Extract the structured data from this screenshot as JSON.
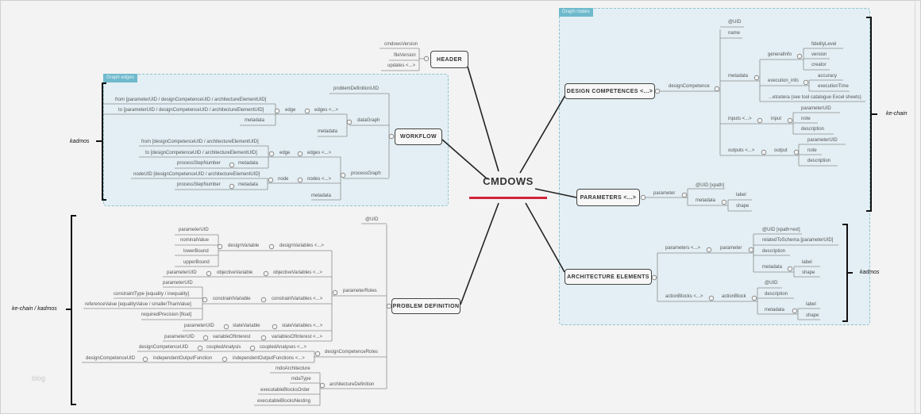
{
  "title": "CMDOWS",
  "accent_color": "#d0243a",
  "blog": "blog",
  "header": {
    "label": "HEADER",
    "cmdowsVersion": "cmdowsVersion",
    "fileVersion": "fileVersion",
    "updates": "updates <...>"
  },
  "graph_edges_tag": "Graph edges",
  "graph_nodes_tag": "Graph nodes",
  "annotations": {
    "kadmos_left": "kadmos",
    "kechain_kadmos": "ke-chain / kadmos",
    "kechain_right": "ke-chain",
    "kadmos_right": "kadmos"
  },
  "workflow": {
    "label": "WORKFLOW",
    "problemDefinitionUID": "problemDefinitionUID",
    "dataGraph": {
      "label": "dataGraph",
      "edges": "edges <...>",
      "edge": "edge",
      "from": "from [parameterUID / designCompetenceUID / architectureElementUID]",
      "to": "to [parameterUID / designCompetenceUID / architectureElementUID]",
      "edge_metadata": "metadata",
      "metadata": "metadata"
    },
    "processGraph": {
      "label": "processGraph",
      "edges": "edges <...>",
      "edge": "edge",
      "from": "from [designCompetenceUID / architectureElementUID]",
      "to": "to [designCompetenceUID / architectureElementUID]",
      "edge_step": "processStepNumber",
      "edge_metadata": "metadata",
      "nodes": "nodes <...>",
      "node": "node",
      "nodeUID": "nodeUID [designCompetenceUID / architectureElementUID]",
      "node_step": "processStepNumber",
      "node_metadata": "metadata",
      "metadata": "metadata"
    }
  },
  "problem_definition": {
    "label": "PROBLEM DEFINITION",
    "uid": "@UID",
    "parameterRoles": "parameterRoles",
    "designVariables": {
      "list": "designVariables <...>",
      "item": "designVariable",
      "children": [
        "parameterUID",
        "nominalValue",
        "lowerBound",
        "upperBound"
      ]
    },
    "objectiveVariables": {
      "list": "objectiveVariables <...>",
      "item": "objectiveVariable",
      "child": "parameterUID"
    },
    "constraintVariables": {
      "list": "constraintVariables <...>",
      "item": "constraintVariable",
      "children": [
        "parameterUID",
        "constraintType [equality / inequality]",
        "referenceValue [equalityValue / smallerThanValue]",
        "requiredPrecision [float]"
      ]
    },
    "stateVariables": {
      "list": "stateVariables <...>",
      "item": "stateVariable",
      "child": "parameterUID"
    },
    "variablesOfInterest": {
      "list": "variablesOfInterest <...>",
      "item": "variableOfInterest",
      "child": "parameterUID"
    },
    "designCompetenceRoles": "designCompetenceRoles",
    "coupledAnalyses": {
      "list": "coupledAnalyses <...>",
      "item": "coupledAnalysis",
      "child": "designCompetenceUID"
    },
    "independentOutputFunctions": {
      "list": "independentOutputFunctions <...>",
      "item": "independentOutputFunction",
      "child": "designCompetenceUID"
    },
    "architectureDefinition": "architectureDefinition",
    "architecture_children": [
      "mdoArchitecture",
      "mdaType",
      "executableBlocksOrder",
      "executableBlocksNesting"
    ]
  },
  "design_competences": {
    "label": "DESIGN COMPETENCES <...>",
    "item": "designCompetence",
    "uid": "@UID",
    "name": "name",
    "metadata": "metadata",
    "generalInfo": {
      "label": "generalInfo",
      "children": [
        "fidelityLevel",
        "version",
        "creator"
      ]
    },
    "execution_info": {
      "label": "execution_info",
      "children": [
        "accuracy",
        "executionTime"
      ]
    },
    "etcetera": "...etcetera (see tool catalogue Excel sheets)",
    "inputs": {
      "list": "inputs <...>",
      "item": "input",
      "children": [
        "parameterUID",
        "note",
        "description"
      ]
    },
    "outputs": {
      "list": "outputs <...>",
      "item": "output",
      "children": [
        "parameterUID",
        "note",
        "description"
      ]
    }
  },
  "parameters": {
    "label": "PARAMETERS <...>",
    "item": "parameter",
    "uid": "@UID [xpath]",
    "metadata": "metadata",
    "meta_children": [
      "label",
      "shape"
    ]
  },
  "architecture_elements": {
    "label": "ARCHITECTURE ELEMENTS",
    "parameters": {
      "list": "parameters <...>",
      "item": "parameter",
      "children": [
        "@UID [xpath+ext]",
        "relatedToSchema [parameterUID]",
        "description"
      ],
      "metadata": "metadata",
      "meta_children": [
        "label",
        "shape"
      ]
    },
    "actionBlocks": {
      "list": "actionBlocks <...>",
      "item": "actionBlock",
      "children": [
        "@UID",
        "description"
      ],
      "metadata": "metadata",
      "meta_children": [
        "label",
        "shape"
      ]
    }
  }
}
